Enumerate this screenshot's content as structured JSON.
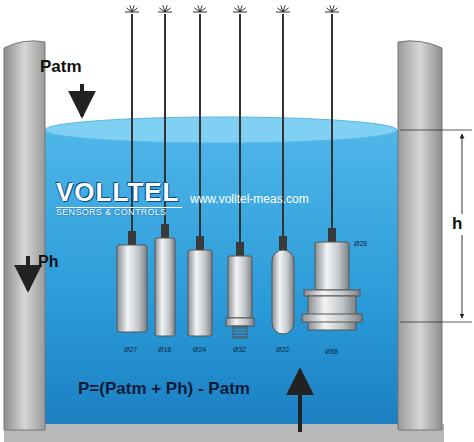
{
  "diagram": {
    "nodes": [
      {
        "text": [
          "VOLLTEL",
          "SENSORS & CONTROLS"
        ]
      }
    ],
    "labels": [
      "Patm",
      "h",
      "www.volltel-meas.com",
      "Ph",
      "Ø27",
      "Ø18",
      "Ø24",
      "Ø32",
      "Ø22",
      "Ø88",
      "Ø28",
      "P=(Patm + Ph) - Patm"
    ]
  }
}
